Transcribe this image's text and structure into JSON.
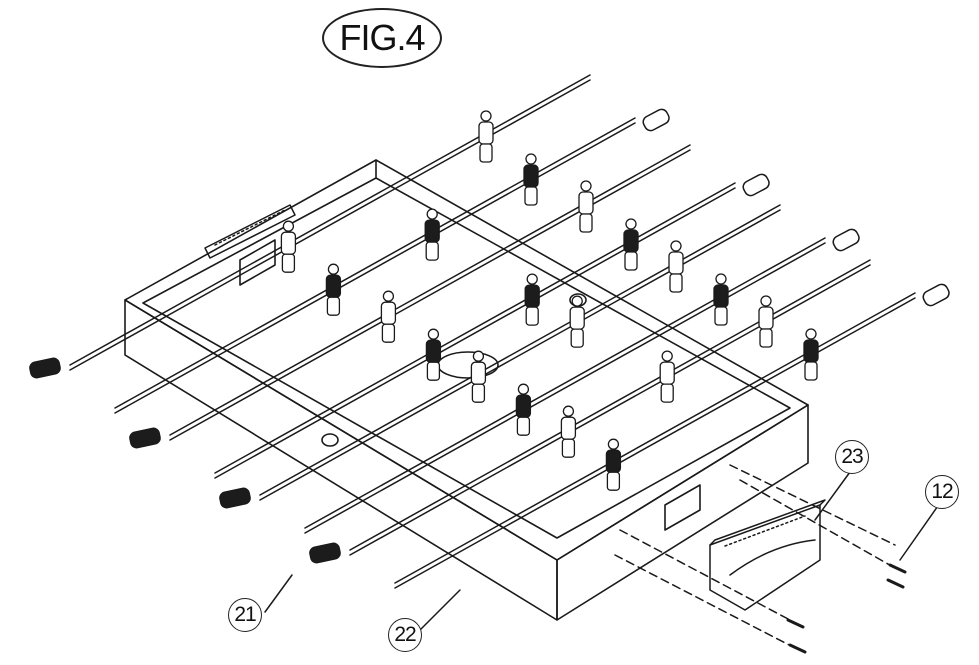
{
  "figure": {
    "title": "FIG.4"
  },
  "callouts": [
    {
      "id": "c21",
      "label": "21"
    },
    {
      "id": "c22",
      "label": "22"
    },
    {
      "id": "c23",
      "label": "23"
    },
    {
      "id": "c12",
      "label": "12"
    }
  ],
  "colors": {
    "ink": "#1a1a1a",
    "background": "#ffffff",
    "figure_dark": "#1c1c1c"
  }
}
